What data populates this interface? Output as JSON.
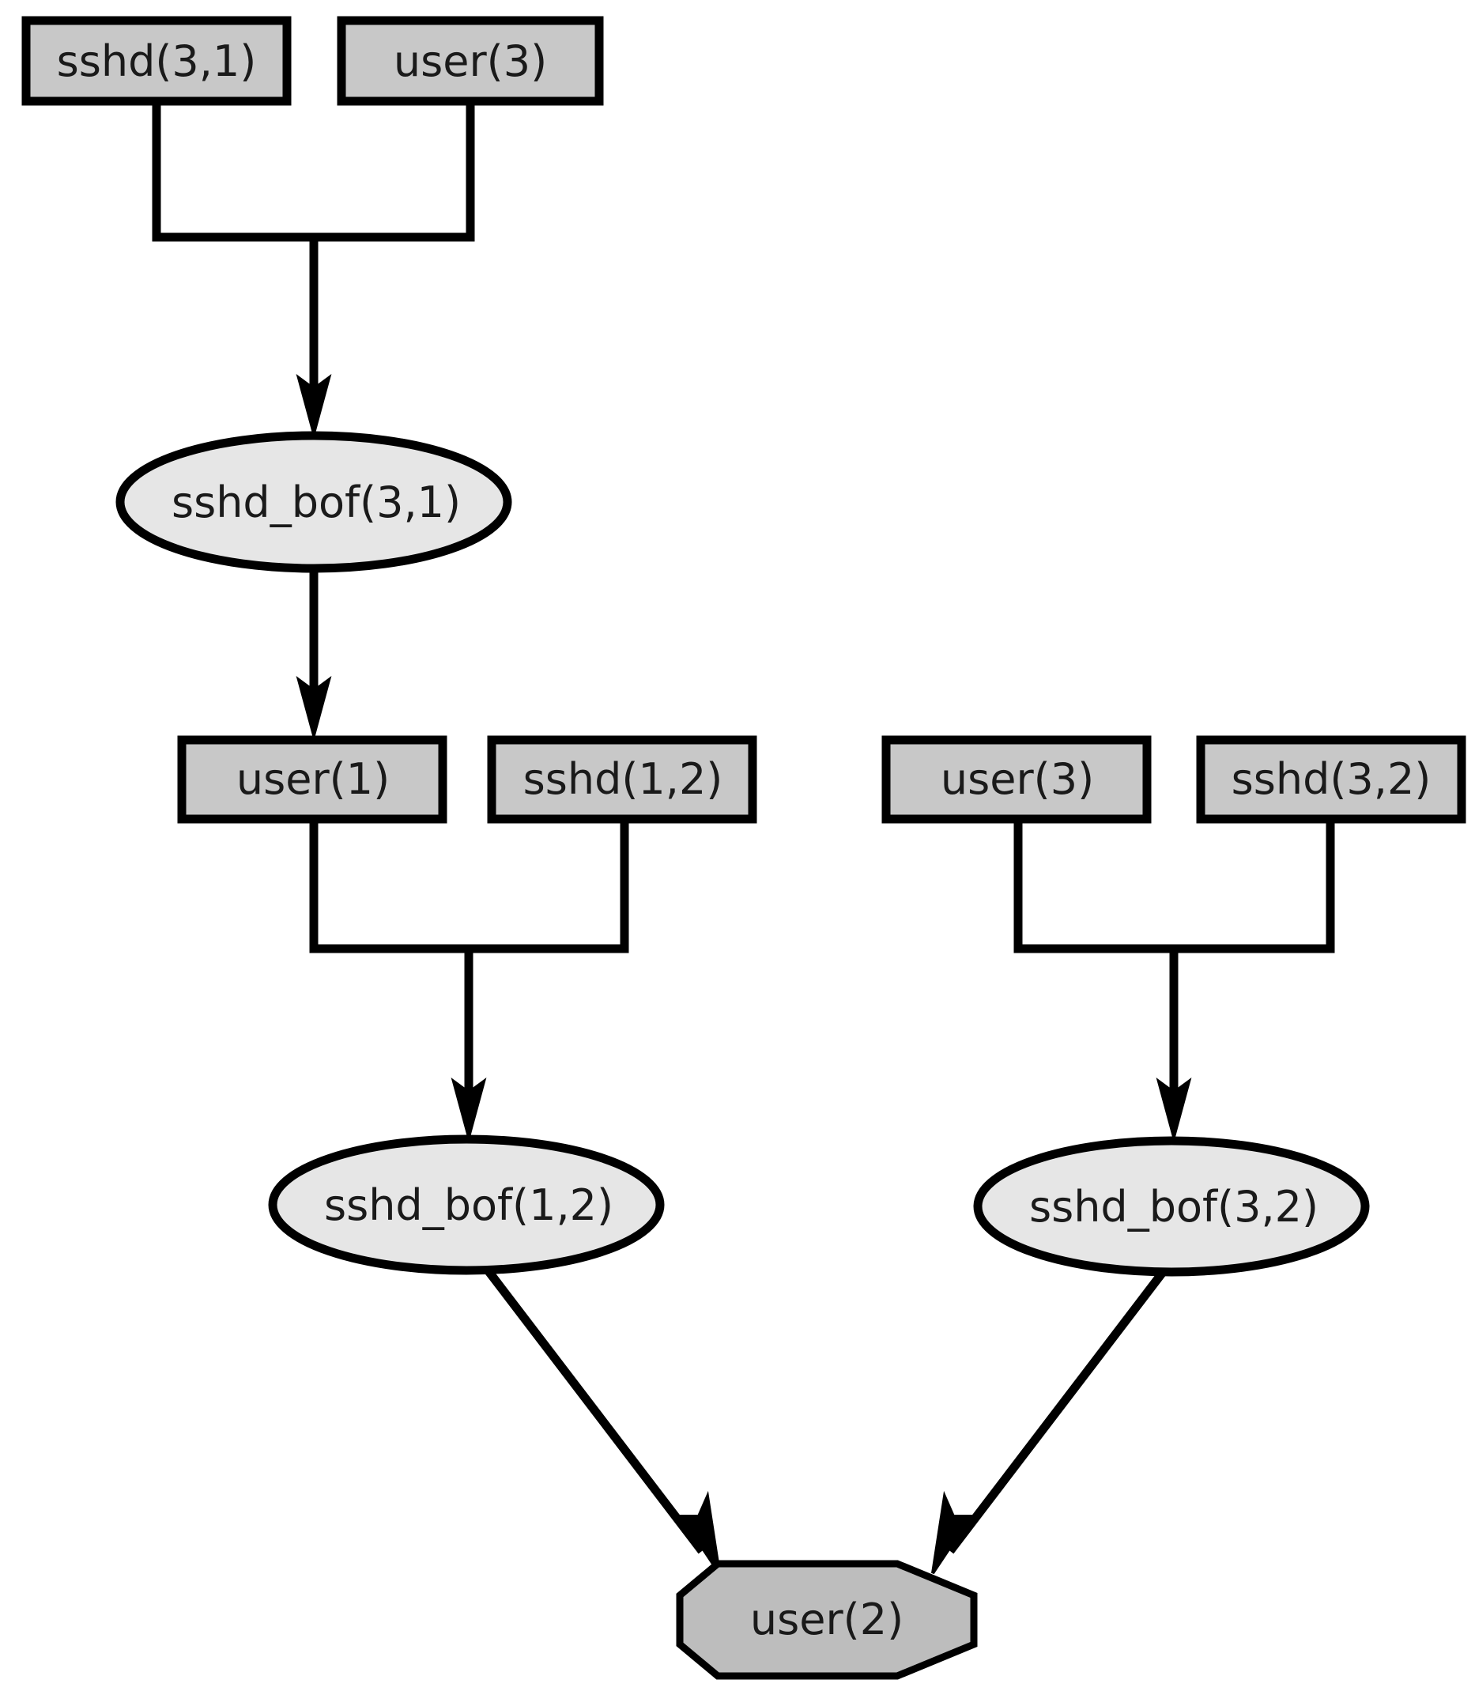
{
  "nodes": {
    "sshd_3_1": "sshd(3,1)",
    "user_3_top": "user(3)",
    "sshd_bof_3_1": "sshd_bof(3,1)",
    "user_1": "user(1)",
    "sshd_1_2": "sshd(1,2)",
    "user_3_right": "user(3)",
    "sshd_3_2": "sshd(3,2)",
    "sshd_bof_1_2": "sshd_bof(1,2)",
    "sshd_bof_3_2": "sshd_bof(3,2)",
    "user_2": "user(2)"
  },
  "colors": {
    "rect_fill": "#c8c8c8",
    "ellipse_fill": "#e6e6e6",
    "octagon_fill": "#bdbdbd",
    "stroke": "#000000"
  }
}
